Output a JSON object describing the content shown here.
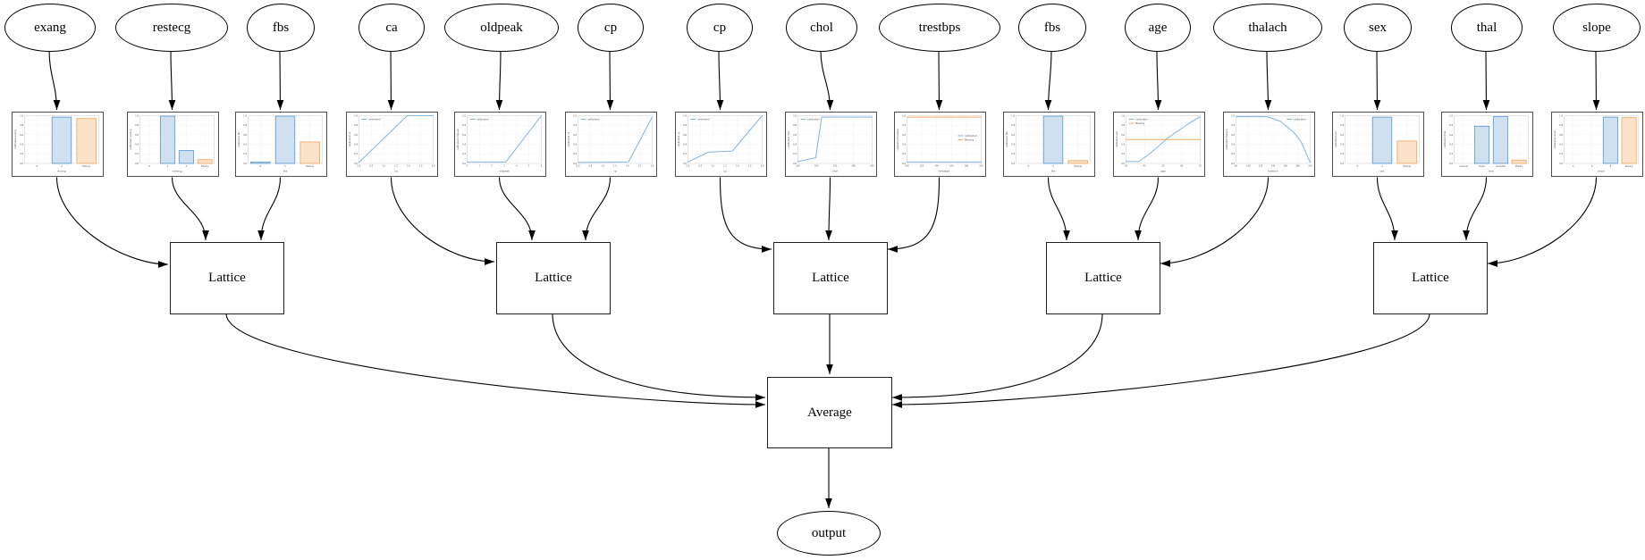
{
  "diagram": {
    "kind": "lattice-ensemble-model-graph",
    "background": "#ffffff",
    "colors": {
      "edge": "#000000",
      "node_stroke": "#000000",
      "chart_border": "#4d4d4d",
      "line_blue": "#82b4dd",
      "line_orange": "#f6a860",
      "bar_blue_fill": "#cfe0f0",
      "bar_blue_edge": "#5697cc",
      "bar_orange_fill": "#fbe2c8",
      "bar_orange_edge": "#f0a45f"
    }
  },
  "nodes": {
    "features": [
      {
        "id": "f1",
        "label": "exang"
      },
      {
        "id": "f2",
        "label": "restecg"
      },
      {
        "id": "f3",
        "label": "fbs"
      },
      {
        "id": "f4",
        "label": "ca"
      },
      {
        "id": "f5",
        "label": "oldpeak"
      },
      {
        "id": "f6",
        "label": "cp"
      },
      {
        "id": "f7",
        "label": "cp"
      },
      {
        "id": "f8",
        "label": "chol"
      },
      {
        "id": "f9",
        "label": "trestbps"
      },
      {
        "id": "f10",
        "label": "fbs"
      },
      {
        "id": "f11",
        "label": "age"
      },
      {
        "id": "f12",
        "label": "thalach"
      },
      {
        "id": "f13",
        "label": "sex"
      },
      {
        "id": "f14",
        "label": "thal"
      },
      {
        "id": "f15",
        "label": "slope"
      }
    ],
    "lattices": [
      {
        "id": "l1",
        "label": "Lattice"
      },
      {
        "id": "l2",
        "label": "Lattice"
      },
      {
        "id": "l3",
        "label": "Lattice"
      },
      {
        "id": "l4",
        "label": "Lattice"
      },
      {
        "id": "l5",
        "label": "Lattice"
      }
    ],
    "average": {
      "id": "avg",
      "label": "Average"
    },
    "output": {
      "id": "out",
      "label": "output"
    }
  },
  "edges": [
    {
      "from": "f1",
      "to": "c1"
    },
    {
      "from": "f2",
      "to": "c2"
    },
    {
      "from": "f3",
      "to": "c3"
    },
    {
      "from": "f4",
      "to": "c4"
    },
    {
      "from": "f5",
      "to": "c5"
    },
    {
      "from": "f6",
      "to": "c6"
    },
    {
      "from": "f7",
      "to": "c7"
    },
    {
      "from": "f8",
      "to": "c8"
    },
    {
      "from": "f9",
      "to": "c9"
    },
    {
      "from": "f10",
      "to": "c10"
    },
    {
      "from": "f11",
      "to": "c11"
    },
    {
      "from": "f12",
      "to": "c12"
    },
    {
      "from": "f13",
      "to": "c13"
    },
    {
      "from": "f14",
      "to": "c14"
    },
    {
      "from": "f15",
      "to": "c15"
    },
    {
      "from": "c1",
      "to": "l1"
    },
    {
      "from": "c2",
      "to": "l1"
    },
    {
      "from": "c3",
      "to": "l1"
    },
    {
      "from": "c4",
      "to": "l2"
    },
    {
      "from": "c5",
      "to": "l2"
    },
    {
      "from": "c6",
      "to": "l2"
    },
    {
      "from": "c7",
      "to": "l3"
    },
    {
      "from": "c8",
      "to": "l3"
    },
    {
      "from": "c9",
      "to": "l3"
    },
    {
      "from": "c10",
      "to": "l4"
    },
    {
      "from": "c11",
      "to": "l4"
    },
    {
      "from": "c12",
      "to": "l4"
    },
    {
      "from": "c13",
      "to": "l5"
    },
    {
      "from": "c14",
      "to": "l5"
    },
    {
      "from": "c15",
      "to": "l5"
    },
    {
      "from": "l1",
      "to": "avg"
    },
    {
      "from": "l2",
      "to": "avg"
    },
    {
      "from": "l3",
      "to": "avg"
    },
    {
      "from": "l4",
      "to": "avg"
    },
    {
      "from": "l5",
      "to": "avg"
    },
    {
      "from": "avg",
      "to": "out"
    }
  ],
  "chart_data": [
    {
      "id": "c1",
      "feature": "exang",
      "type": "bar",
      "xlabel": "exang",
      "ylabel": "calibrated exang",
      "ylim": [
        0,
        1
      ],
      "y_ticks": [
        "0.0",
        "0.2",
        "0.4",
        "0.6",
        "0.8",
        "1.0"
      ],
      "categories": [
        "0",
        "1",
        "Missing"
      ],
      "bars": [
        {
          "category": "1",
          "series": "calibrated",
          "value": 0.97
        },
        {
          "category": "Missing",
          "series": "Missing",
          "value": 0.94
        }
      ],
      "legend": null
    },
    {
      "id": "c2",
      "feature": "restecg",
      "type": "bar",
      "xlabel": "restecg",
      "ylabel": "calibrated restecg",
      "ylim": [
        0,
        1
      ],
      "y_ticks": [
        "0.0",
        "0.2",
        "0.4",
        "0.6",
        "0.8",
        "1.0"
      ],
      "categories": [
        "0",
        "1",
        "2",
        "Missing"
      ],
      "bars": [
        {
          "category": "1",
          "series": "calibrated",
          "value": 0.99
        },
        {
          "category": "2",
          "series": "calibrated",
          "value": 0.27
        },
        {
          "category": "Missing",
          "series": "Missing",
          "value": 0.08
        }
      ],
      "legend": null
    },
    {
      "id": "c3",
      "feature": "fbs",
      "type": "bar",
      "xlabel": "fbs",
      "ylabel": "calibrated fbs",
      "ylim": [
        0,
        1
      ],
      "y_ticks": [
        "0.0",
        "0.2",
        "0.4",
        "0.6",
        "0.8",
        "1.0"
      ],
      "categories": [
        "0",
        "1",
        "Missing"
      ],
      "bars": [
        {
          "category": "0",
          "series": "calibrated",
          "value": 0.03
        },
        {
          "category": "1",
          "series": "calibrated",
          "value": 0.99
        },
        {
          "category": "Missing",
          "series": "Missing",
          "value": 0.45
        }
      ],
      "legend": null
    },
    {
      "id": "c4",
      "feature": "ca",
      "type": "line",
      "xlabel": "ca",
      "ylabel": "calibrated ca",
      "ylim": [
        0,
        1
      ],
      "y_ticks": [
        "0.0",
        "0.2",
        "0.4",
        "0.6",
        "0.8",
        "1.0"
      ],
      "x_ticks": [
        "0.0",
        "0.5",
        "1.0",
        "1.5",
        "2.0",
        "2.5",
        "3.0"
      ],
      "lines": [
        {
          "name": "calibrated",
          "points": [
            [
              0,
              0.02
            ],
            [
              0.65,
              1.0
            ],
            [
              1,
              1.0
            ]
          ]
        }
      ],
      "legend": {
        "position": "top-left",
        "entries": [
          "calibrated"
        ]
      }
    },
    {
      "id": "c5",
      "feature": "oldpeak",
      "type": "line",
      "xlabel": "oldpeak",
      "ylabel": "calibrated oldpeak",
      "ylim": [
        0,
        1
      ],
      "y_ticks": [
        "0.0",
        "0.2",
        "0.4",
        "0.6",
        "0.8",
        "1.0"
      ],
      "x_ticks": [
        "0",
        "1",
        "2",
        "3",
        "4",
        "5",
        "6"
      ],
      "lines": [
        {
          "name": "calibrated",
          "points": [
            [
              0,
              0.03
            ],
            [
              0.52,
              0.03
            ],
            [
              1,
              1.0
            ]
          ]
        }
      ],
      "legend": {
        "position": "top-left",
        "entries": [
          "calibrated"
        ]
      }
    },
    {
      "id": "c6",
      "feature": "cp",
      "type": "line",
      "xlabel": "cp",
      "ylabel": "calibrated cp",
      "ylim": [
        0,
        1
      ],
      "y_ticks": [
        "0.0",
        "0.2",
        "0.4",
        "0.6",
        "0.8",
        "1.0"
      ],
      "x_ticks": [
        "0.0",
        "0.5",
        "1.0",
        "1.5",
        "2.0",
        "2.5",
        "3.0"
      ],
      "lines": [
        {
          "name": "calibrated",
          "points": [
            [
              0,
              0.02
            ],
            [
              0.68,
              0.03
            ],
            [
              1,
              0.97
            ]
          ]
        }
      ],
      "legend": {
        "position": "top-left",
        "entries": [
          "calibrated"
        ]
      }
    },
    {
      "id": "c7",
      "feature": "cp",
      "type": "line",
      "xlabel": "cp",
      "ylabel": "calibrated cp",
      "ylim": [
        0,
        1
      ],
      "y_ticks": [
        "0.0",
        "0.2",
        "0.4",
        "0.6",
        "0.8",
        "1.0"
      ],
      "x_ticks": [
        "0.0",
        "0.5",
        "1.0",
        "1.5",
        "2.0",
        "2.5",
        "3.0"
      ],
      "lines": [
        {
          "name": "calibrated",
          "points": [
            [
              0,
              0.03
            ],
            [
              0.28,
              0.24
            ],
            [
              0.6,
              0.26
            ],
            [
              1,
              1.0
            ]
          ]
        }
      ],
      "legend": {
        "position": "top-left",
        "entries": [
          "calibrated"
        ]
      }
    },
    {
      "id": "c8",
      "feature": "chol",
      "type": "line",
      "xlabel": "chol",
      "ylabel": "calibrated chol",
      "ylim": [
        0,
        1
      ],
      "y_ticks": [
        "0.0",
        "0.2",
        "0.4",
        "0.6",
        "0.8",
        "1.0"
      ],
      "x_ticks": [
        "100",
        "200",
        "300",
        "400",
        "500"
      ],
      "lines": [
        {
          "name": "calibrated",
          "points": [
            [
              0,
              0.04
            ],
            [
              0.24,
              0.12
            ],
            [
              0.32,
              0.97
            ],
            [
              1,
              0.97
            ]
          ]
        }
      ],
      "legend": {
        "position": "top-left",
        "entries": [
          "calibrated"
        ]
      }
    },
    {
      "id": "c9",
      "feature": "trestbps",
      "type": "line",
      "xlabel": "trestbps",
      "ylabel": "calibrated trestbps",
      "ylim": [
        0,
        1
      ],
      "y_ticks": [
        "0.0",
        "0.2",
        "0.4",
        "0.6",
        "0.8",
        "1.0"
      ],
      "x_ticks": [
        "100",
        "120",
        "140",
        "160",
        "180",
        "200"
      ],
      "lines": [
        {
          "name": "calibrated",
          "points": [
            [
              0,
              0.03
            ],
            [
              1,
              0.03
            ]
          ]
        },
        {
          "name": "Missing",
          "points": [
            [
              0,
              0.97
            ],
            [
              1,
              0.97
            ]
          ]
        }
      ],
      "legend": {
        "position": "right-center",
        "entries": [
          "calibrated",
          "Missing"
        ]
      }
    },
    {
      "id": "c10",
      "feature": "fbs",
      "type": "bar",
      "xlabel": "fbs",
      "ylabel": "calibrated fbs",
      "ylim": [
        0,
        1
      ],
      "y_ticks": [
        "0.0",
        "0.2",
        "0.4",
        "0.6",
        "0.8",
        "1.0"
      ],
      "categories": [
        "0",
        "1",
        "Missing"
      ],
      "bars": [
        {
          "category": "1",
          "series": "calibrated",
          "value": 0.99
        },
        {
          "category": "Missing",
          "series": "Missing",
          "value": 0.06
        }
      ],
      "legend": null
    },
    {
      "id": "c11",
      "feature": "age",
      "type": "line",
      "xlabel": "age",
      "ylabel": "calibrated age",
      "ylim": [
        0,
        1
      ],
      "y_ticks": [
        "0.0",
        "0.2",
        "0.4",
        "0.6",
        "0.8",
        "1.0"
      ],
      "x_ticks": [
        "30",
        "40",
        "50",
        "60",
        "70"
      ],
      "lines": [
        {
          "name": "calibrated",
          "points": [
            [
              0,
              0.04
            ],
            [
              0.17,
              0.04
            ],
            [
              0.3,
              0.18
            ],
            [
              0.45,
              0.38
            ],
            [
              0.55,
              0.52
            ],
            [
              0.7,
              0.68
            ],
            [
              0.85,
              0.84
            ],
            [
              1,
              0.98
            ]
          ]
        },
        {
          "name": "Missing",
          "points": [
            [
              0,
              0.5
            ],
            [
              1,
              0.5
            ]
          ]
        }
      ],
      "legend": {
        "position": "top-left",
        "entries": [
          "calibrated",
          "Missing"
        ]
      }
    },
    {
      "id": "c12",
      "feature": "thalach",
      "type": "line",
      "xlabel": "thalach",
      "ylabel": "calibrated thalach",
      "ylim": [
        0,
        1
      ],
      "y_ticks": [
        "0.0",
        "0.2",
        "0.4",
        "0.6",
        "0.8",
        "1.0"
      ],
      "x_ticks": [
        "80",
        "100",
        "120",
        "140",
        "160",
        "180",
        "200"
      ],
      "lines": [
        {
          "name": "calibrated",
          "points": [
            [
              0,
              0.98
            ],
            [
              0.42,
              0.98
            ],
            [
              0.6,
              0.88
            ],
            [
              0.78,
              0.65
            ],
            [
              0.88,
              0.45
            ],
            [
              1,
              0.02
            ]
          ]
        }
      ],
      "legend": {
        "position": "top-right",
        "entries": [
          "calibrated"
        ]
      }
    },
    {
      "id": "c13",
      "feature": "sex",
      "type": "bar",
      "xlabel": "sex",
      "ylabel": "calibrated sex",
      "ylim": [
        0,
        1
      ],
      "y_ticks": [
        "0.0",
        "0.2",
        "0.4",
        "0.6",
        "0.8",
        "1.0"
      ],
      "categories": [
        "0",
        "1",
        "Missing"
      ],
      "bars": [
        {
          "category": "1",
          "series": "calibrated",
          "value": 0.97
        },
        {
          "category": "Missing",
          "series": "Missing",
          "value": 0.47
        }
      ],
      "legend": null
    },
    {
      "id": "c14",
      "feature": "thal",
      "type": "bar",
      "xlabel": "thal",
      "ylabel": "calibrated thal",
      "ylim": [
        0,
        1
      ],
      "y_ticks": [
        "0.0",
        "0.2",
        "0.4",
        "0.6",
        "0.8",
        "1.0"
      ],
      "categories": [
        "normal",
        "fixed",
        "reversible",
        "Missing"
      ],
      "bars": [
        {
          "category": "fixed",
          "series": "calibrated",
          "value": 0.78
        },
        {
          "category": "reversible",
          "series": "calibrated",
          "value": 0.98
        },
        {
          "category": "Missing",
          "series": "Missing",
          "value": 0.07
        }
      ],
      "legend": null
    },
    {
      "id": "c15",
      "feature": "slope",
      "type": "bar",
      "xlabel": "slope",
      "ylabel": "calibrated slope",
      "ylim": [
        0,
        1
      ],
      "y_ticks": [
        "0.0",
        "0.2",
        "0.4",
        "0.6",
        "0.8",
        "1.0"
      ],
      "categories": [
        "1",
        "2",
        "3",
        "Missing"
      ],
      "bars": [
        {
          "category": "3",
          "series": "calibrated",
          "value": 0.97
        },
        {
          "category": "Missing",
          "series": "Missing",
          "value": 0.96
        }
      ],
      "legend": null
    }
  ]
}
